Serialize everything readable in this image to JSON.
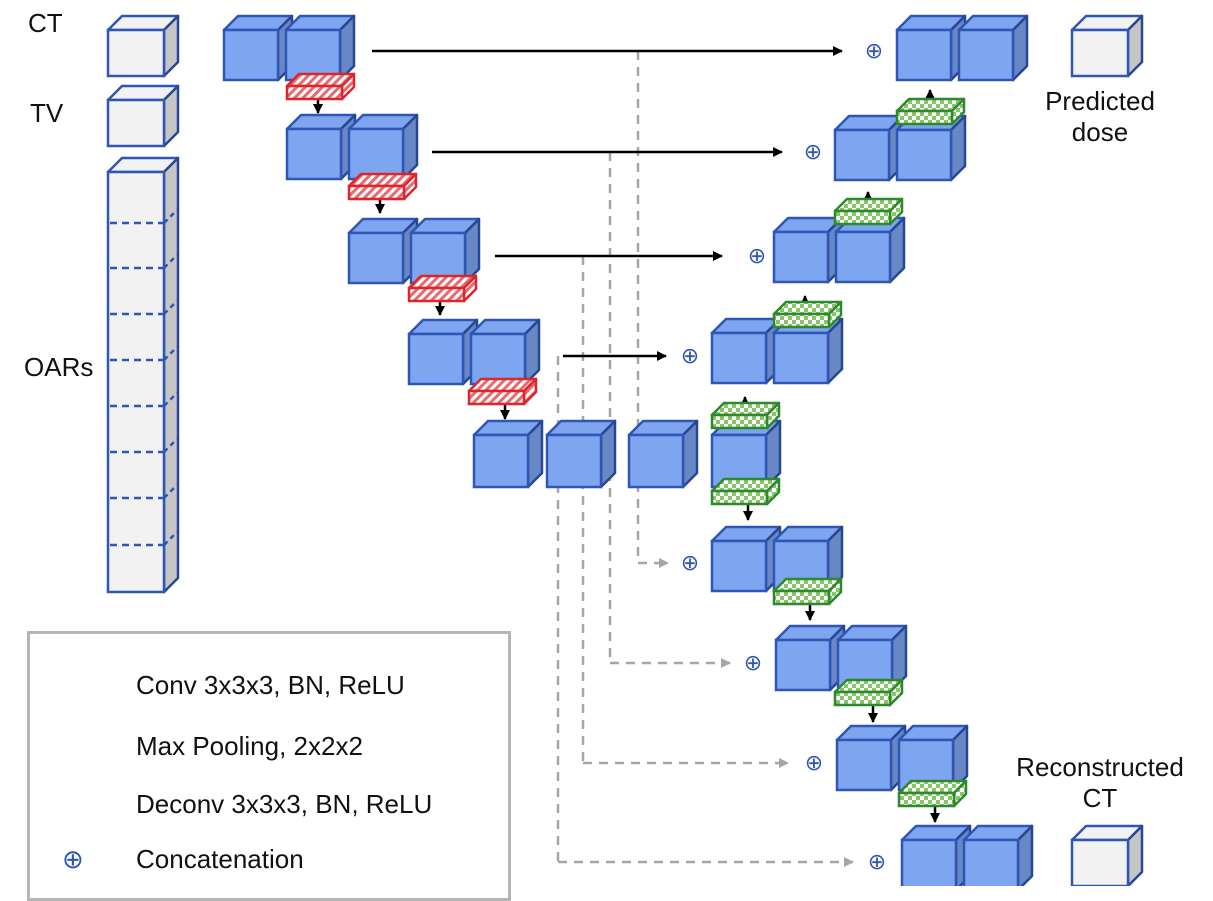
{
  "inputs": {
    "ct_label": "CT",
    "tv_label": "TV",
    "oars_label": "OARs"
  },
  "outputs": {
    "predicted_dose_label": "Predicted\ndose",
    "reconstructed_ct_label": "Reconstructed\nCT"
  },
  "legend": {
    "conv_label": "Conv 3x3x3, BN, ReLU",
    "maxpool_label": "Max Pooling, 2x2x2",
    "deconv_label": "Deconv 3x3x3, BN, ReLU",
    "concat_label": "Concatenation",
    "concat_symbol": "⊕"
  },
  "colors": {
    "conv_face": "#7ea6f0",
    "conv_edge": "#2f55b5",
    "input_face": "#f2f2f2",
    "input_edge": "#2f55b5",
    "pool": "#e0242b",
    "deconv": "#2c8a2c",
    "skip_solid": "#000000",
    "skip_dashed": "#a6a6a6",
    "concat": "#2f55b5"
  }
}
